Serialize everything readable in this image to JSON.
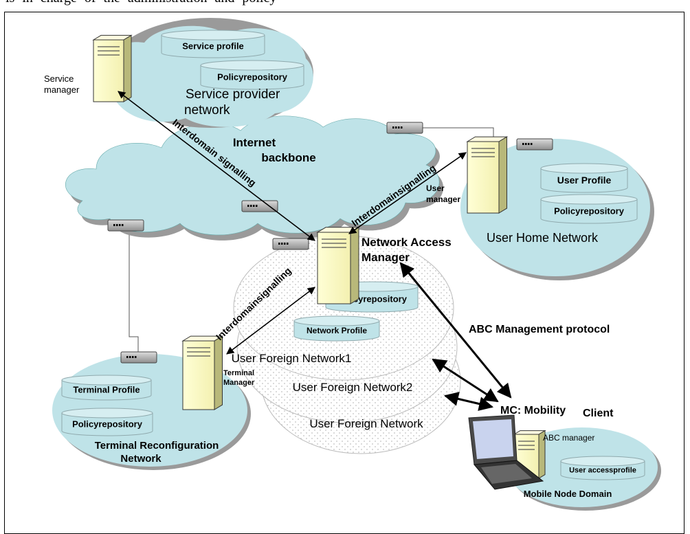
{
  "caption": "is  in  charge  of  the  administration  and        policy",
  "clouds": {
    "service_provider": "Service provider network",
    "internet_backbone": "Internet backbone",
    "user_home": "User Home Network",
    "terminal_reconfig": "Terminal Reconfiguration Network",
    "mobile_node": "Mobile Node Domain"
  },
  "foreign_networks": {
    "net1": "User Foreign  Network1",
    "net2": "User Foreign  Network2",
    "net": "User Foreign  Network"
  },
  "databases": {
    "service_profile": "Service profile",
    "policy_service": "Policyrepository",
    "user_profile": "User  Profile",
    "policy_user": "Policyrepository",
    "policy_nam": "Policyrepository",
    "network_profile": "Network Profile",
    "terminal_profile": "Terminal Profile",
    "policy_terminal": "Policyrepository",
    "user_access_profile": "User accessprofile"
  },
  "servers": {
    "service_manager": [
      "Service",
      "manager"
    ],
    "user_manager": [
      "User",
      "manager"
    ],
    "network_access_manager": [
      "Network Access",
      "Manager"
    ],
    "terminal_manager": [
      "Terminal",
      "Manager"
    ],
    "abc_manager": "ABC manager"
  },
  "links": {
    "interdomain_1": "Interdomain signalling",
    "interdomain_2": "Interdomainsignalling",
    "interdomain_3": "Interdomainsignalling",
    "abc_protocol": "ABC Management protocol"
  },
  "mobility_client": [
    "MC: Mobility",
    "Client"
  ],
  "colors": {
    "cloud_fill": "#bfe3e8",
    "cloud_shadow": "#9a9a9a",
    "server_fill": "#ffffcc",
    "foreign_dot": "#c8c8c8"
  }
}
